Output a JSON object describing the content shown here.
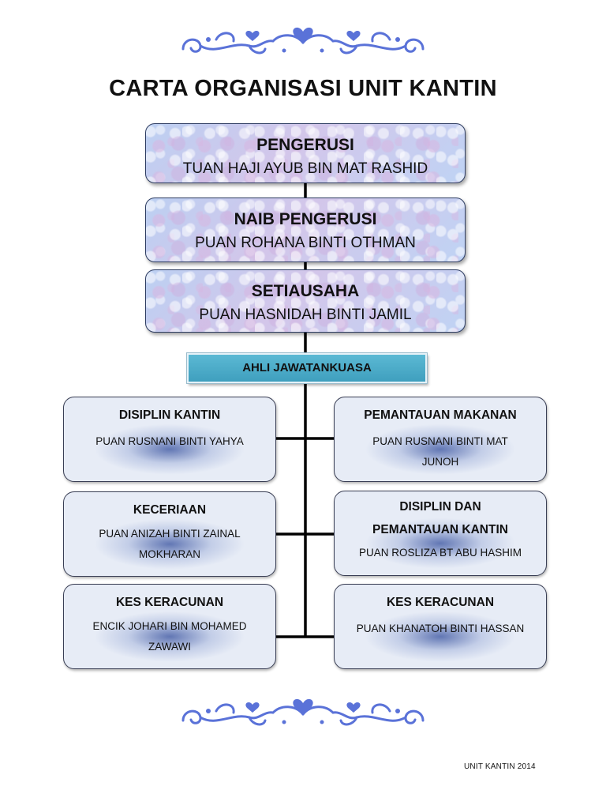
{
  "title": "CARTA ORGANISASI UNIT KANTIN",
  "leaders": [
    {
      "role": "PENGERUSI",
      "name": "TUAN HAJI AYUB BIN MAT RASHID"
    },
    {
      "role": "NAIB PENGERUSI",
      "name": "PUAN ROHANA BINTI OTHMAN"
    },
    {
      "role": "SETIAUSAHA",
      "name": "PUAN HASNIDAH BINTI JAMIL"
    }
  ],
  "committee_label": "AHLI JAWATANKUASA",
  "committee": {
    "left": [
      {
        "title": "DISIPLIN KANTIN",
        "name": "PUAN RUSNANI BINTI YAHYA"
      },
      {
        "title": "KECERIAAN",
        "name": "PUAN ANIZAH BINTI ZAINAL MOKHARAN"
      },
      {
        "title": "KES KERACUNAN",
        "name": "ENCIK JOHARI BIN MOHAMED ZAWAWI"
      }
    ],
    "right": [
      {
        "title": "PEMANTAUAN MAKANAN",
        "name": "PUAN RUSNANI BINTI MAT JUNOH"
      },
      {
        "title": "DISIPLIN DAN PEMANTAUAN KANTIN",
        "name": "PUAN ROSLIZA BT ABU HASHIM"
      },
      {
        "title": "KES KERACUNAN",
        "name": "PUAN KHANATOH BINTI HASSAN"
      }
    ]
  },
  "footer": "UNIT KANTIN 2014",
  "colors": {
    "ornament": "#5a72d8",
    "ahli_fill": "#4aaccb",
    "lead_fill": "#c6cff0"
  }
}
